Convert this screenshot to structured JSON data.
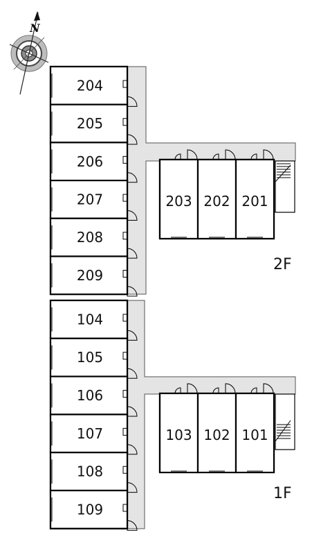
{
  "floors": [
    {
      "label": "2F",
      "left_rooms": [
        "204",
        "205",
        "206",
        "207",
        "208",
        "209"
      ],
      "right_rooms": [
        "203",
        "202",
        "201"
      ]
    },
    {
      "label": "1F",
      "left_rooms": [
        "104",
        "105",
        "106",
        "107",
        "108",
        "109"
      ],
      "right_rooms": [
        "103",
        "102",
        "101"
      ]
    }
  ],
  "compass": {
    "north_label": "N",
    "icon": "compass-icon"
  }
}
